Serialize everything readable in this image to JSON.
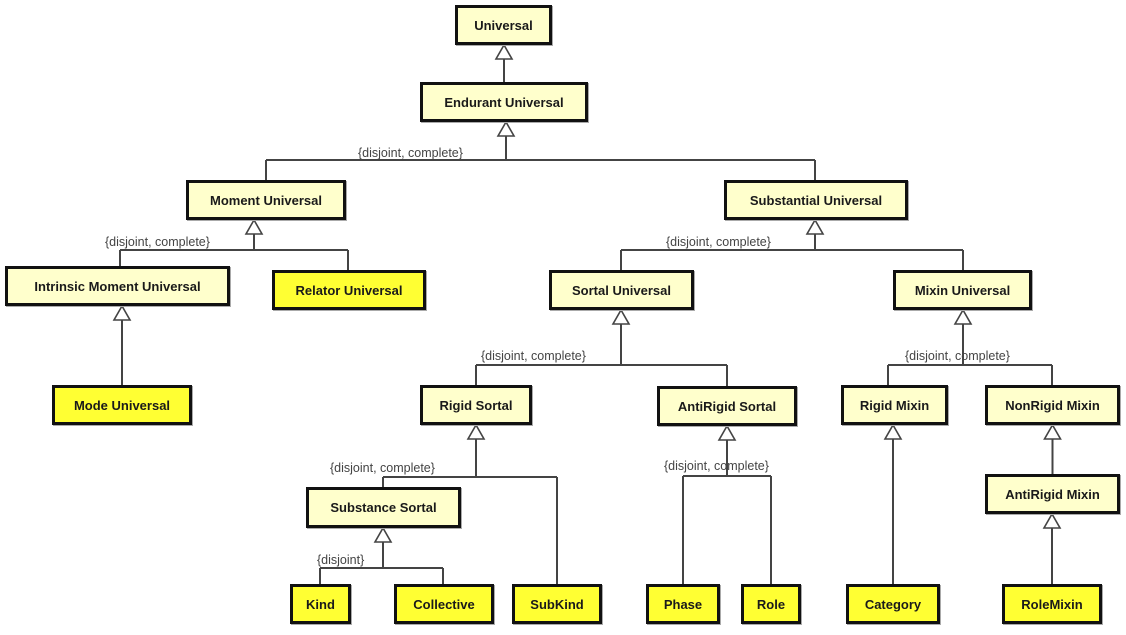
{
  "diagram": {
    "type": "UML class generalization hierarchy",
    "colors": {
      "abstract_fill": "#ffffcc",
      "concrete_fill": "#ffff33",
      "border": "#111111",
      "line": "#444444",
      "constraint_text": "#444444"
    },
    "classes": [
      {
        "id": "universal",
        "label": "Universal",
        "kind": "abstract"
      },
      {
        "id": "endurant",
        "label": "Endurant Universal",
        "kind": "abstract"
      },
      {
        "id": "moment",
        "label": "Moment Universal",
        "kind": "abstract"
      },
      {
        "id": "substantial",
        "label": "Substantial Universal",
        "kind": "abstract"
      },
      {
        "id": "intrinsic",
        "label": "Intrinsic Moment Universal",
        "kind": "abstract"
      },
      {
        "id": "relator",
        "label": "Relator Universal",
        "kind": "concrete"
      },
      {
        "id": "mode",
        "label": "Mode Universal",
        "kind": "concrete"
      },
      {
        "id": "sortal",
        "label": "Sortal Universal",
        "kind": "abstract"
      },
      {
        "id": "mixin",
        "label": "Mixin Universal",
        "kind": "abstract"
      },
      {
        "id": "rigidsortal",
        "label": "Rigid Sortal",
        "kind": "abstract"
      },
      {
        "id": "antirigidsortal",
        "label": "AntiRigid Sortal",
        "kind": "abstract"
      },
      {
        "id": "rigidmixin",
        "label": "Rigid Mixin",
        "kind": "abstract"
      },
      {
        "id": "nonrigidmixin",
        "label": "NonRigid Mixin",
        "kind": "abstract"
      },
      {
        "id": "substancesortal",
        "label": "Substance Sortal",
        "kind": "abstract"
      },
      {
        "id": "antirigidmixin",
        "label": "AntiRigid Mixin",
        "kind": "abstract"
      },
      {
        "id": "kind",
        "label": "Kind",
        "kind": "concrete"
      },
      {
        "id": "collective",
        "label": "Collective",
        "kind": "concrete"
      },
      {
        "id": "subkind",
        "label": "SubKind",
        "kind": "concrete"
      },
      {
        "id": "phase",
        "label": "Phase",
        "kind": "concrete"
      },
      {
        "id": "role",
        "label": "Role",
        "kind": "concrete"
      },
      {
        "id": "category",
        "label": "Category",
        "kind": "concrete"
      },
      {
        "id": "rolemixin",
        "label": "RoleMixin",
        "kind": "concrete"
      }
    ],
    "generalizations": [
      {
        "parent": "universal",
        "children": [
          "endurant"
        ],
        "constraint": ""
      },
      {
        "parent": "endurant",
        "children": [
          "moment",
          "substantial"
        ],
        "constraint": "{disjoint, complete}"
      },
      {
        "parent": "moment",
        "children": [
          "intrinsic",
          "relator"
        ],
        "constraint": "{disjoint, complete}"
      },
      {
        "parent": "intrinsic",
        "children": [
          "mode"
        ],
        "constraint": ""
      },
      {
        "parent": "substantial",
        "children": [
          "sortal",
          "mixin"
        ],
        "constraint": "{disjoint, complete}"
      },
      {
        "parent": "sortal",
        "children": [
          "rigidsortal",
          "antirigidsortal"
        ],
        "constraint": "{disjoint, complete}"
      },
      {
        "parent": "mixin",
        "children": [
          "rigidmixin",
          "nonrigidmixin"
        ],
        "constraint": "{disjoint, complete}"
      },
      {
        "parent": "rigidsortal",
        "children": [
          "substancesortal",
          "subkind"
        ],
        "constraint": "{disjoint, complete}"
      },
      {
        "parent": "substancesortal",
        "children": [
          "kind",
          "collective"
        ],
        "constraint": "{disjoint}"
      },
      {
        "parent": "antirigidsortal",
        "children": [
          "phase",
          "role"
        ],
        "constraint": "{disjoint, complete}"
      },
      {
        "parent": "rigidmixin",
        "children": [
          "category"
        ],
        "constraint": ""
      },
      {
        "parent": "nonrigidmixin",
        "children": [
          "antirigidmixin"
        ],
        "constraint": ""
      },
      {
        "parent": "antirigidmixin",
        "children": [
          "rolemixin"
        ],
        "constraint": ""
      }
    ]
  }
}
